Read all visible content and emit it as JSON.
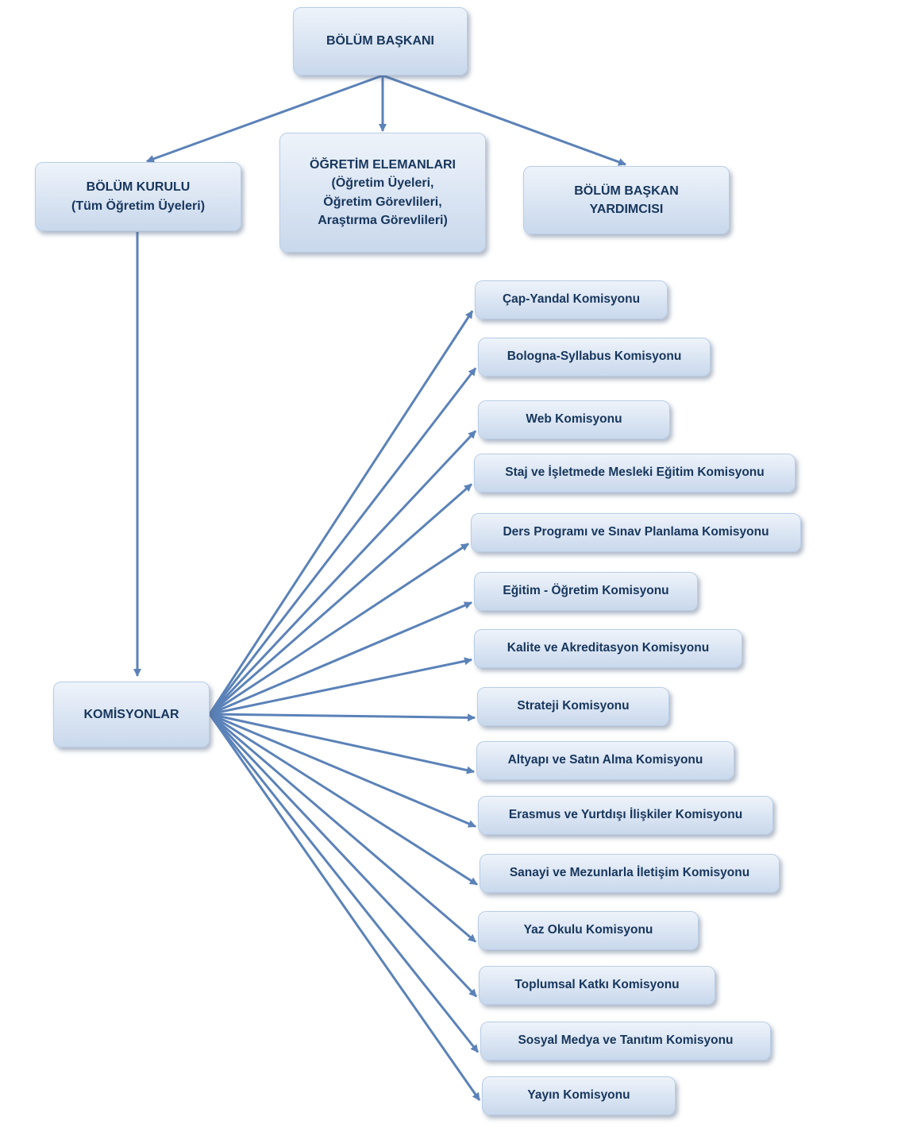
{
  "top": {
    "label": "BÖLÜM BAŞKANI"
  },
  "level2": {
    "kurul": {
      "line1": "BÖLÜM KURULU",
      "line2": "(Tüm Öğretim Üyeleri)"
    },
    "elemanlar": {
      "line1": "ÖĞRETİM ELEMANLARI",
      "line2": "(Öğretim Üyeleri,",
      "line3": "Öğretim Görevlileri,",
      "line4": "Araştırma Görevlileri)"
    },
    "yardimci": {
      "line1": "BÖLÜM BAŞKAN",
      "line2": "YARDIMCISI"
    }
  },
  "komisyonlar": {
    "label": "KOMİSYONLAR"
  },
  "committees": [
    "Çap-Yandal Komisyonu",
    "Bologna-Syllabus Komisyonu",
    "Web Komisyonu",
    "Staj ve İşletmede Mesleki Eğitim Komisyonu",
    "Ders Programı ve Sınav Planlama Komisyonu",
    "Eğitim - Öğretim Komisyonu",
    "Kalite ve Akreditasyon Komisyonu",
    "Strateji Komisyonu",
    "Altyapı ve Satın Alma Komisyonu",
    "Erasmus ve Yurtdışı İlişkiler Komisyonu",
    "Sanayi ve Mezunlarla İletişim Komisyonu",
    "Yaz Okulu Komisyonu",
    "Toplumsal Katkı Komisyonu",
    "Sosyal Medya ve Tanıtım Komisyonu",
    "Yayın Komisyonu"
  ],
  "colors": {
    "arrow": "#5b82b8",
    "text": "#17365d"
  }
}
